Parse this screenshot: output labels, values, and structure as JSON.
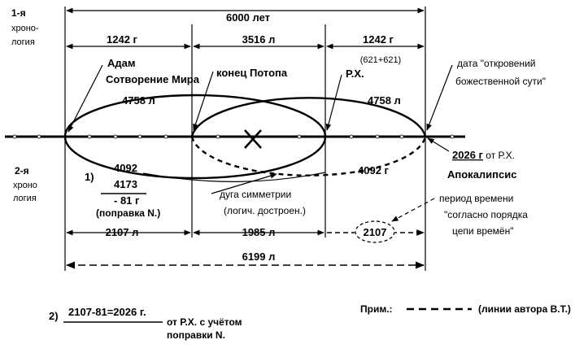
{
  "chronology_1": [
    "1-я",
    "хроно-",
    "логия"
  ],
  "chronology_2": [
    "2-я",
    "хроно",
    "логия"
  ],
  "top_span": "6000 лет",
  "segments_top": [
    "1242 г",
    "3516 л",
    "1242 г"
  ],
  "sub_621": "(621+621)",
  "label_adam": "Адам",
  "label_creation": "Сотворение Мира",
  "label_flood_end": "конец Потопа",
  "label_rx": "Р.Х.",
  "label_revelation_1": "дата  \"откровений",
  "label_revelation_2": "божественной сути\"",
  "arc_4758_left": "4758 л",
  "arc_4758_right": "4758 л",
  "center_mark": "X",
  "label_2026_num": "2026 г",
  "label_2026_tail": " от Р.Х.",
  "label_apocalypse": "Апокалипсис",
  "calc1_num": "1)",
  "calc1_line1": "4092",
  "calc1_line2": "4173",
  "calc1_line3": "- 81 г",
  "calc1_note": "(поправка N.)",
  "arc_4092_right": "4092 г",
  "sym_arc_1": "дуга симметрии",
  "sym_arc_2": "(логич. достроен.)",
  "period_1": "период времени",
  "period_2": "\"согласно порядка",
  "period_3": "цепи времён\"",
  "segments_bottom": [
    "2107 л",
    "1985 л",
    "2107"
  ],
  "bottom_span": "6199 л",
  "calc2_num": "2)",
  "calc2_expr": "2107-81=2026 г.",
  "calc2_note_1": "от Р.Х. с учётом",
  "calc2_note_2": "поправки N.",
  "legend_prefix": "Прим.:",
  "legend_text": "(линии автора В.Т.)"
}
